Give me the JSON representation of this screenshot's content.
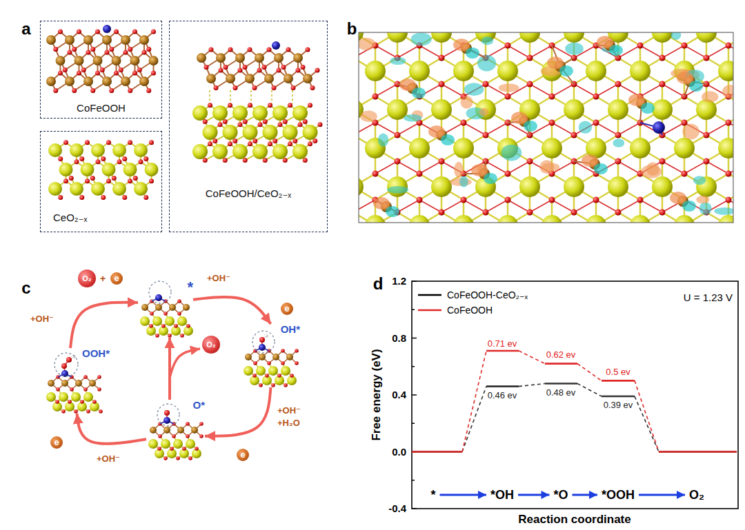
{
  "diagram": {
    "nodes": [
      {
        "text": [
          "CoFeOOH"
        ]
      },
      {
        "text": [
          "CeO₂₋ₓ"
        ]
      },
      {
        "text": [
          "CoFeOOH/CeO₂₋ₓ"
        ]
      },
      {
        "text": [
          "*"
        ]
      },
      {
        "text": [
          "OH*"
        ]
      },
      {
        "text": [
          "O*"
        ]
      },
      {
        "text": [
          "OOH*"
        ]
      }
    ],
    "edges": [
      {
        "from": 3,
        "to": 4,
        "arrow": "to"
      },
      {
        "from": 4,
        "to": 5,
        "arrow": "to"
      },
      {
        "from": 5,
        "to": 6,
        "arrow": "to"
      },
      {
        "from": 6,
        "to": 3,
        "arrow": "to"
      },
      {
        "from": 5,
        "to": 3,
        "arrow": "to"
      }
    ],
    "labels": [
      "a",
      "b",
      "c",
      "d",
      "O₂",
      "+",
      "e",
      "+OH⁻",
      "+OH⁻",
      "e",
      "O₂",
      "+OH⁻",
      "+H₂O",
      "e",
      "e",
      "+OH⁻",
      "1.2",
      "0.8",
      "0.4",
      "0.0",
      "-0.4",
      "Free energy (eV)",
      "Reaction coordinate",
      "U = 1.23 V",
      "0.71 ev",
      "0.62 ev",
      "0.5 ev",
      "0.46 ev",
      "0.48 ev",
      "0.39 ev",
      "*",
      "*OH",
      "*O",
      "*OOH",
      "O₂"
    ],
    "legend": [
      {
        "text": "CoFeOOH-CeO₂₋ₓ"
      },
      {
        "text": "CoFeOOH"
      }
    ]
  }
}
